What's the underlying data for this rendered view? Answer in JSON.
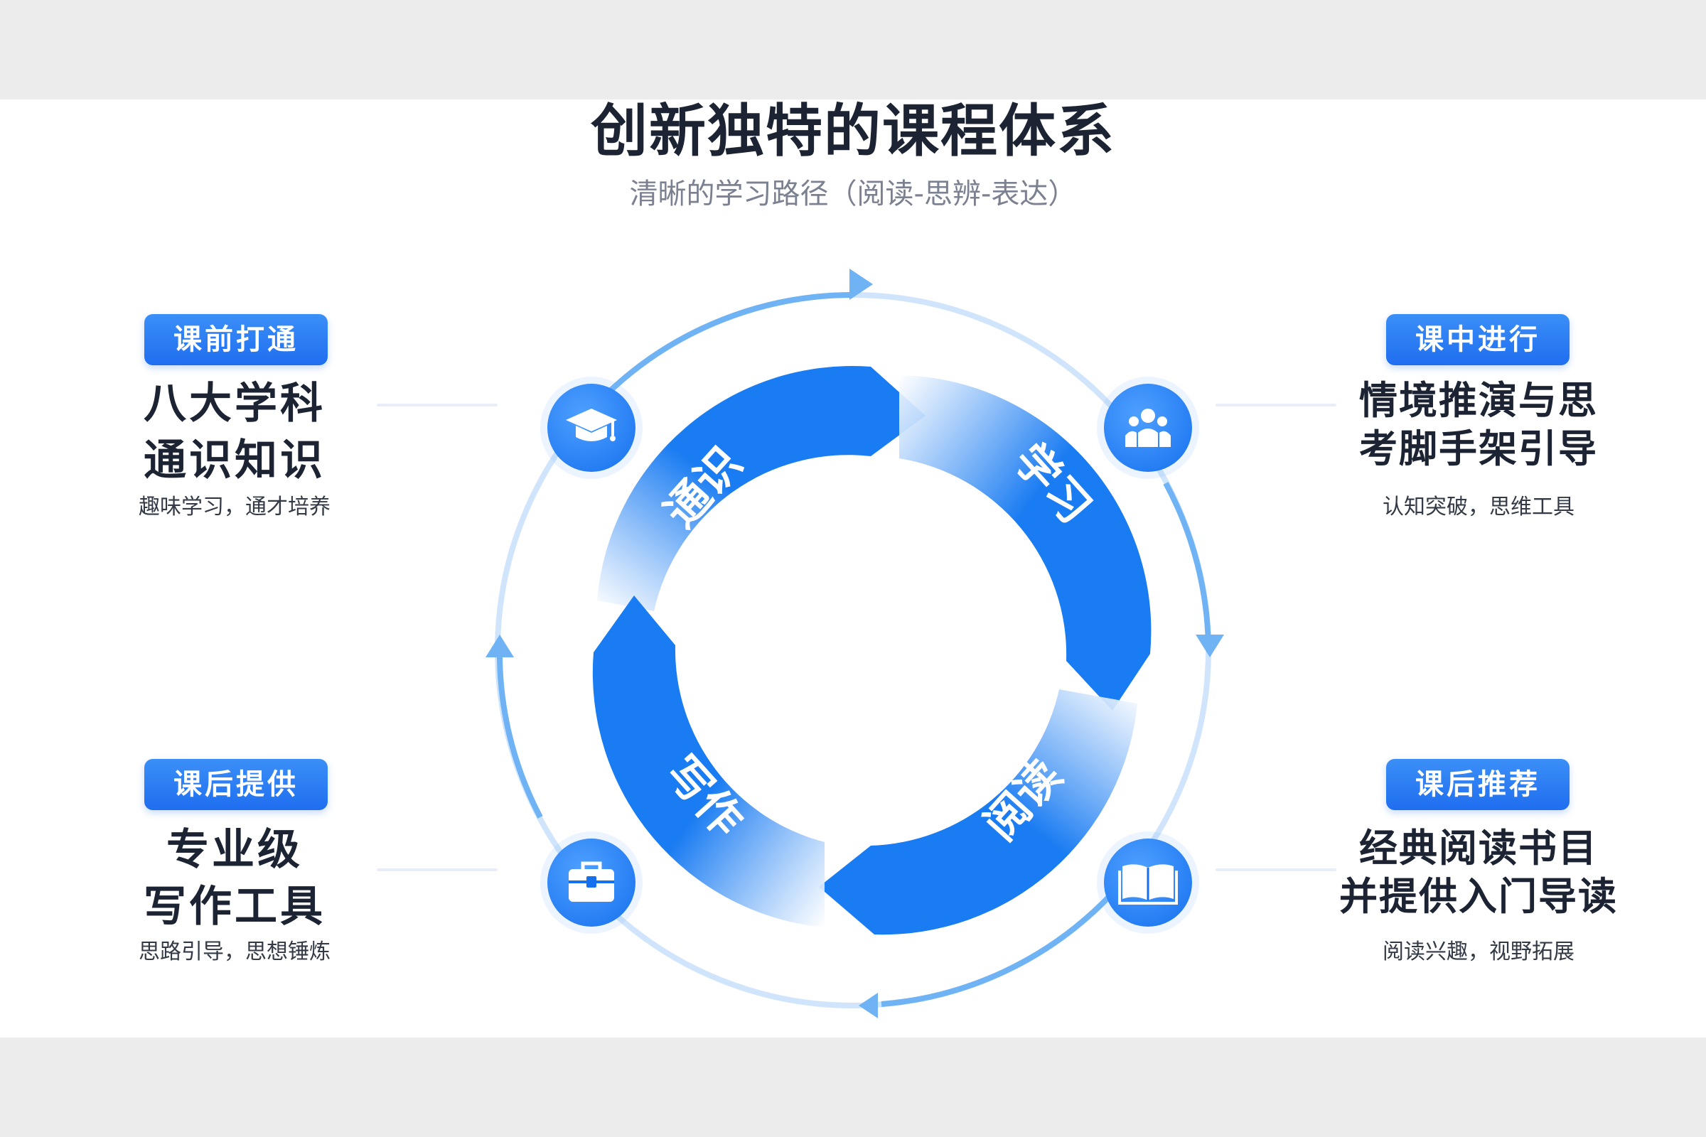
{
  "header": {
    "title": "创新独特的课程体系",
    "subtitle": "清晰的学习路径（阅读-思辨-表达）"
  },
  "segments": [
    {
      "label": "通识"
    },
    {
      "label": "学习"
    },
    {
      "label": "阅读"
    },
    {
      "label": "写作"
    }
  ],
  "blocks": {
    "top_left": {
      "badge": "课前打通",
      "line1": "八大学科",
      "line2": "通识知识",
      "desc": "趣味学习，通才培养",
      "icon": "graduation-cap-icon"
    },
    "top_right": {
      "badge": "课中进行",
      "line1": "情境推演与思",
      "line2": "考脚手架引导",
      "desc": "认知突破，思维工具",
      "icon": "group-people-icon"
    },
    "bottom_left": {
      "badge": "课后提供",
      "line1": "专业级",
      "line2": "写作工具",
      "desc": "思路引导，思想锤炼",
      "icon": "toolbox-icon"
    },
    "bottom_right": {
      "badge": "课后推荐",
      "line1": "经典阅读书目",
      "line2": "并提供入门导读",
      "desc": "阅读兴趣，视野拓展",
      "icon": "open-book-icon"
    }
  },
  "colors": {
    "accent": "#1a7cf2",
    "title": "#1c2333",
    "subtitle": "#7b8190",
    "ring": "#6fb3f5"
  }
}
